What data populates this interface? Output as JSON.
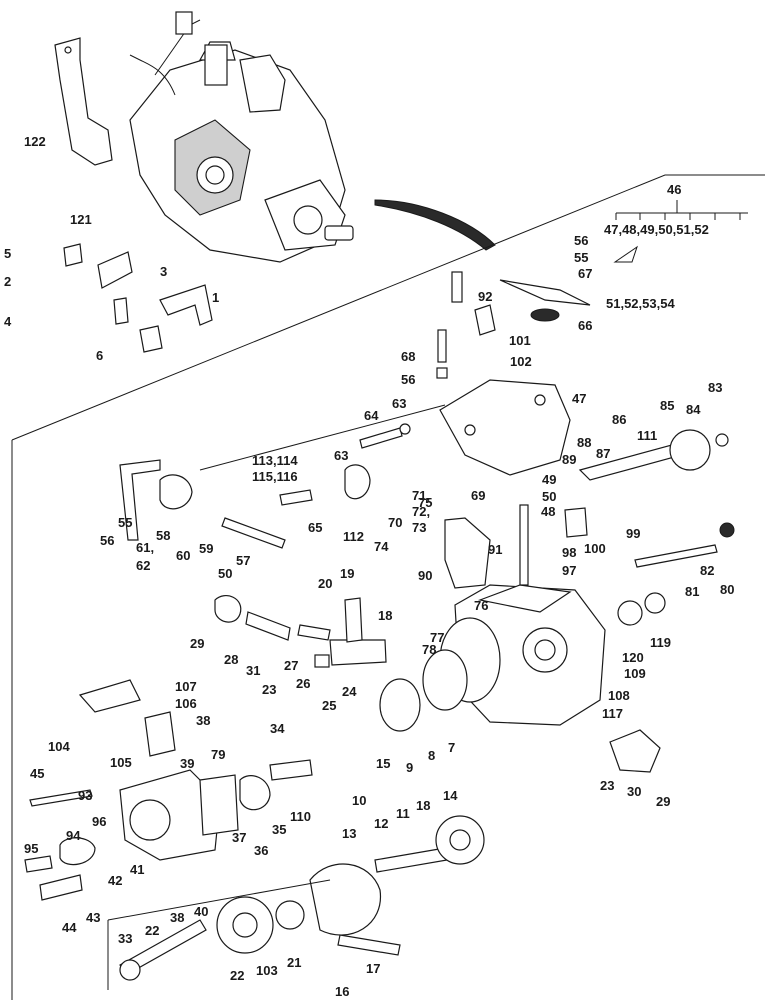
{
  "group_label": "46",
  "group_members": "47,48,49,50,51,52",
  "labels": [
    "122",
    "121",
    "5",
    "2",
    "3",
    "1",
    "4",
    "6",
    "56",
    "55",
    "67",
    "51,52,53,54",
    "66",
    "92",
    "101",
    "102",
    "68",
    "56",
    "47",
    "64",
    "63",
    "83",
    "84",
    "85",
    "86",
    "111",
    "88",
    "87",
    "89",
    "113,114",
    "115,116",
    "63",
    "71,",
    "72,",
    "73",
    "75",
    "69",
    "49",
    "50",
    "48",
    "99",
    "98",
    "100",
    "97",
    "56",
    "55",
    "61,",
    "62",
    "58",
    "60",
    "59",
    "57",
    "50",
    "65",
    "112",
    "74",
    "70",
    "91",
    "90",
    "76",
    "82",
    "80",
    "81",
    "20",
    "19",
    "18",
    "77",
    "78",
    "29",
    "28",
    "31",
    "27",
    "23",
    "26",
    "24",
    "25",
    "119",
    "120",
    "109",
    "108",
    "117",
    "15",
    "9",
    "8",
    "7",
    "23",
    "30",
    "29",
    "107",
    "106",
    "38",
    "34",
    "104",
    "105",
    "79",
    "39",
    "45",
    "93",
    "37",
    "36",
    "35",
    "110",
    "10",
    "11",
    "18",
    "14",
    "12",
    "13",
    "94",
    "96",
    "95",
    "41",
    "42",
    "43",
    "44",
    "40",
    "38",
    "33",
    "22",
    "22",
    "103",
    "21",
    "17",
    "16"
  ]
}
